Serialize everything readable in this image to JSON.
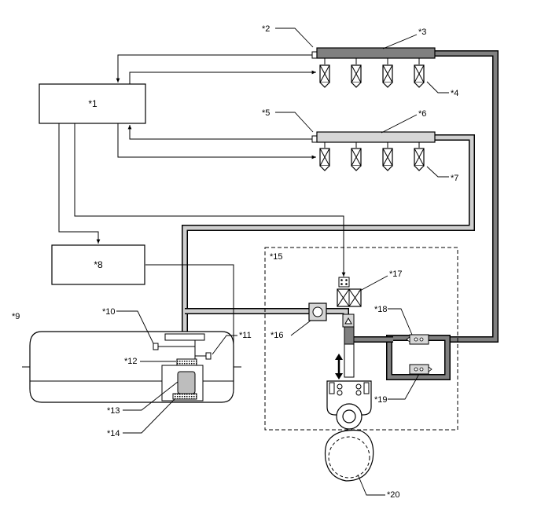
{
  "labels": {
    "ecu": "*1",
    "sensor_upper": "*2",
    "rail_upper": "*3",
    "injector_upper": "*4",
    "sensor_lower": "*5",
    "rail_lower": "*6",
    "injector_lower": "*7",
    "box8": "*8",
    "fuel_tank": "*9",
    "item10": "*10",
    "item11": "*11",
    "item12": "*12",
    "item13": "*13",
    "item14": "*14",
    "pump_assembly": "*15",
    "item16": "*16",
    "item17": "*17",
    "item18": "*18",
    "item19": "*19",
    "cam": "*20"
  },
  "colors": {
    "high_pressure_fuel": "#808080",
    "low_pressure_fuel": "#cfcfcf",
    "line": "#000000"
  }
}
